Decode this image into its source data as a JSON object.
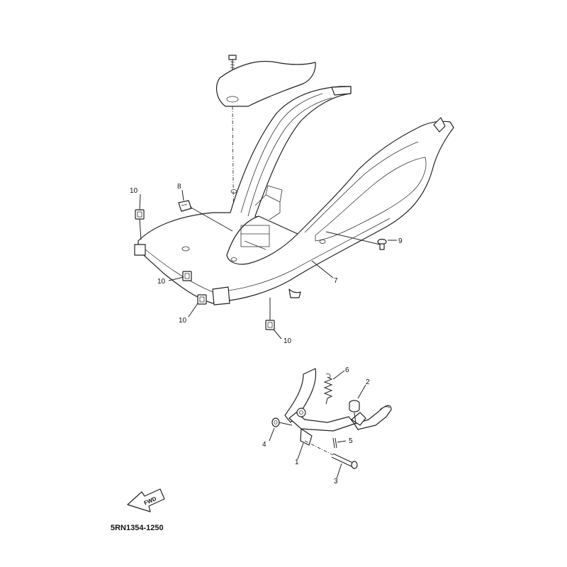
{
  "callouts": [
    {
      "id": "c1",
      "label": "1"
    },
    {
      "id": "c2",
      "label": "2"
    },
    {
      "id": "c3",
      "label": "3"
    },
    {
      "id": "c4",
      "label": "4"
    },
    {
      "id": "c5",
      "label": "5"
    },
    {
      "id": "c6",
      "label": "6"
    },
    {
      "id": "c7",
      "label": "7"
    },
    {
      "id": "c8",
      "label": "8"
    },
    {
      "id": "c9",
      "label": "9"
    },
    {
      "id": "c10a",
      "label": "10"
    },
    {
      "id": "c10b",
      "label": "10"
    },
    {
      "id": "c10c",
      "label": "10"
    },
    {
      "id": "c10d",
      "label": "10"
    }
  ],
  "fwd_label": "FWD",
  "diagram_code": "5RN1354-1250"
}
